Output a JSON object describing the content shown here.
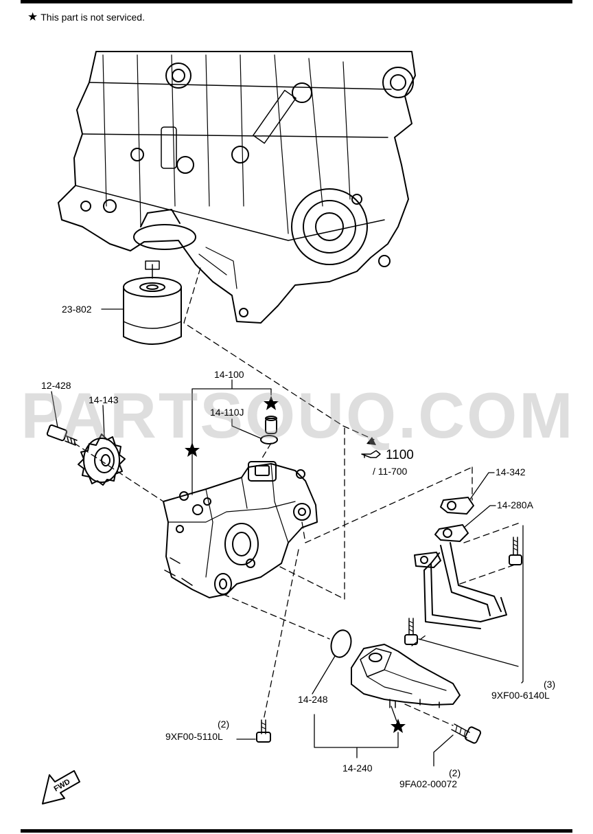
{
  "note": {
    "symbol": "★",
    "text": "This part is not serviced."
  },
  "watermark": "PARTSOUQ.COM",
  "callouts": {
    "oil_filter": "23-802",
    "bolt_sprocket": "12-428",
    "sprocket": "14-143",
    "oil_pump_assy": "14-100",
    "plunger": "14-110J",
    "ref_group": "1100",
    "ref_sub": "/ 11-700",
    "gasket": "14-342",
    "pipe_gasket": "14-280A",
    "bolt_pipe_qty": "(3)",
    "bolt_pipe": "9XF00-6140L",
    "oring": "14-248",
    "bolt_pump_qty": "(2)",
    "bolt_pump": "9XF00-5110L",
    "strainer": "14-240",
    "bolt_strainer_qty": "(2)",
    "bolt_strainer": "9FA02-00072"
  },
  "fwd_label": "FWD",
  "colors": {
    "line": "#000000",
    "watermark": "#a0a0a0"
  }
}
